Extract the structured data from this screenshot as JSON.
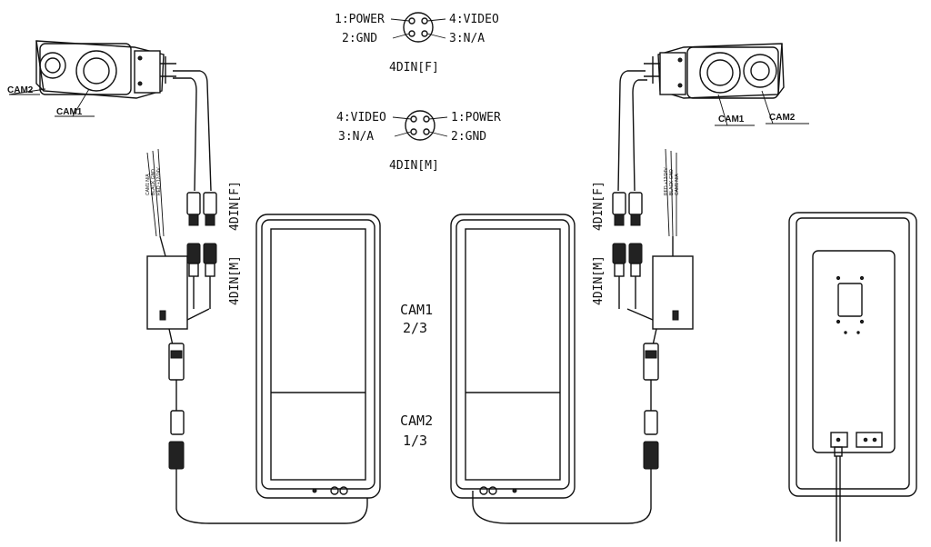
{
  "connector_female": {
    "pin1": "1:POWER",
    "pin2": "2:GND",
    "pin3": "3:N/A",
    "pin4": "4:VIDEO",
    "name": "4DIN[F]"
  },
  "connector_male": {
    "pin1": "1:POWER",
    "pin2": "2:GND",
    "pin3": "3:N/A",
    "pin4": "4:VIDEO",
    "name": "4DIN[M]"
  },
  "left_camera": {
    "cam1": "CAM1",
    "cam2": "CAM2"
  },
  "right_camera": {
    "cam1": "CAM1",
    "cam2": "CAM2"
  },
  "split_labels": {
    "cam1": "CAM1",
    "cam1_ratio": "2/3",
    "cam2": "CAM2",
    "cam2_ratio": "1/3"
  },
  "cable_labels": {
    "female": "4DIN[F]",
    "male": "4DIN[M]"
  },
  "wire_tags": {
    "w1": "CAM1 N/A",
    "w2": "BLACK GND",
    "w3": "RED +12/24V"
  }
}
